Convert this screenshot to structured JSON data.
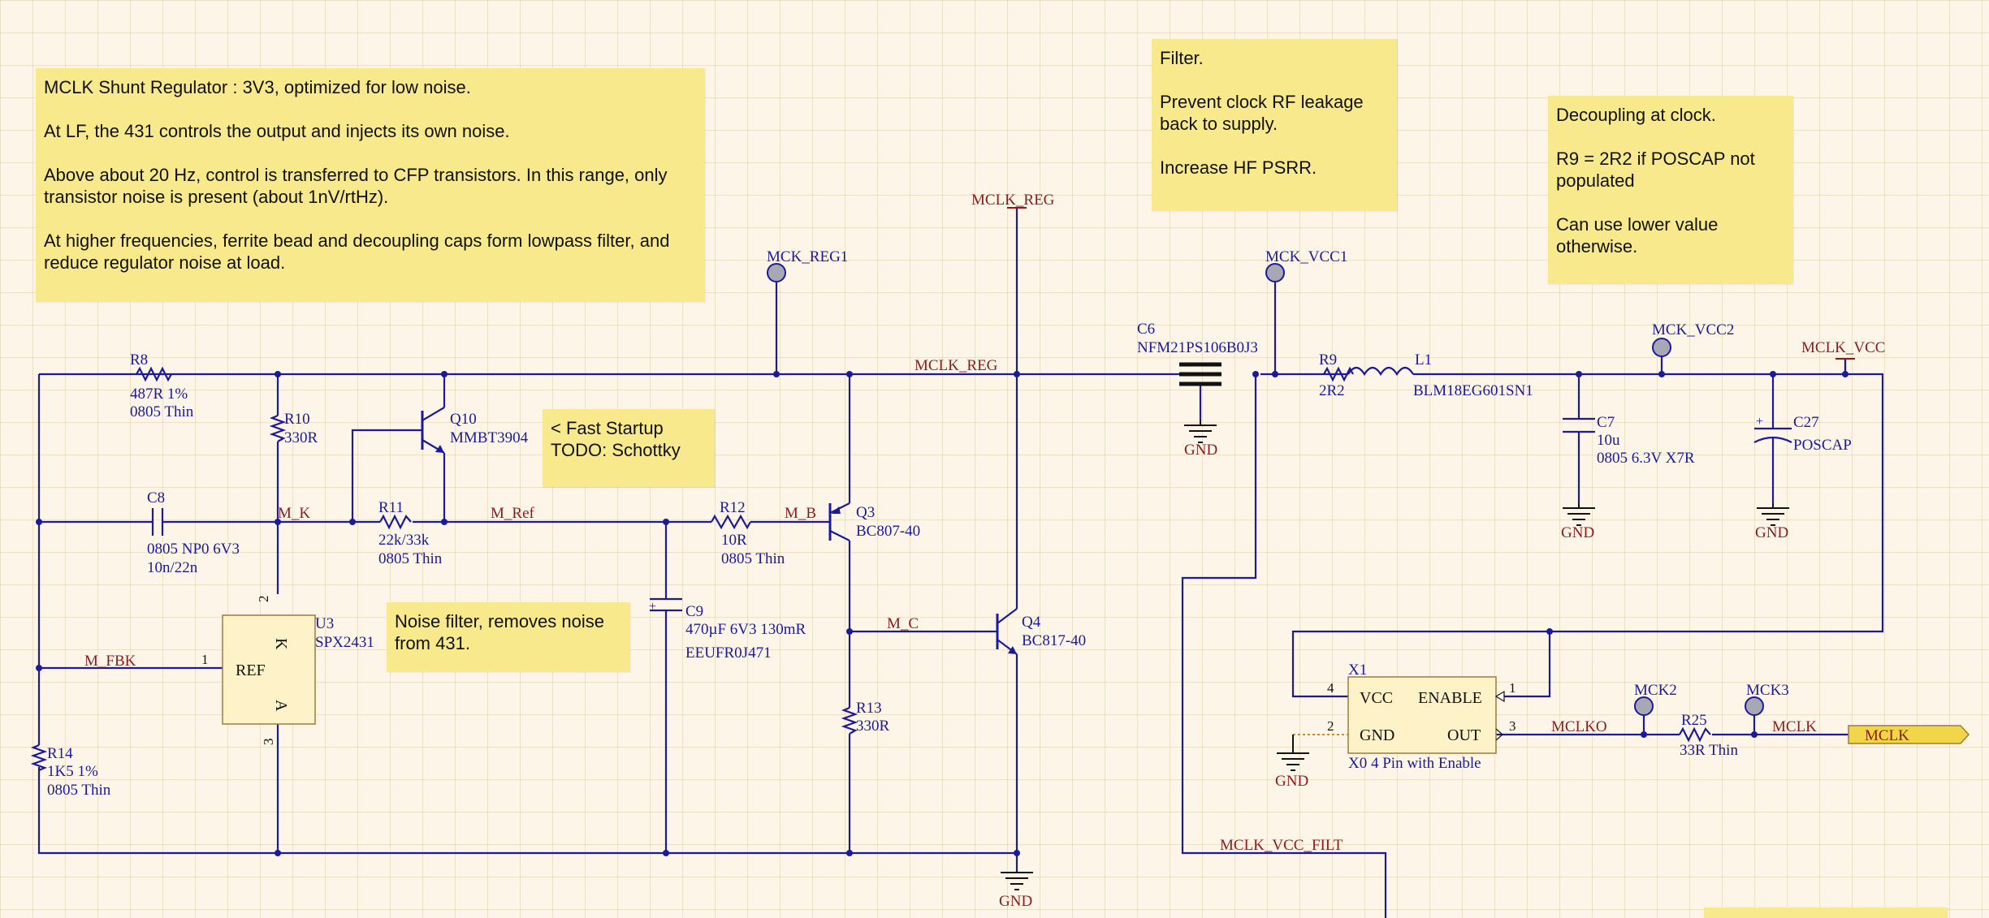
{
  "notes": {
    "regulator": "MCLK Shunt Regulator : 3V3, optimized for low noise.\n\nAt LF, the 431 controls the output and injects its own noise.\n\nAbove about 20 Hz, control is transferred to CFP transistors. In this range, only transistor noise is present (about 1nV/rtHz).\n\nAt higher frequencies, ferrite bead and decoupling caps form lowpass filter, and reduce regulator noise at load.",
    "filter": "Filter.\n\nPrevent clock RF leakage back to supply.\n\nIncrease HF PSRR.",
    "decoupling": "Decoupling at clock.\n\nR9 = 2R2 if POSCAP not populated\n\nCan use lower value otherwise.",
    "fast_startup": "< Fast Startup\nTODO: Schottky",
    "noise_filter": "Noise filter, removes noise from 431."
  },
  "components": {
    "R8": {
      "ref": "R8",
      "value": "487R 1%",
      "pkg": "0805 Thin"
    },
    "R10": {
      "ref": "R10",
      "value": "330R"
    },
    "Q10": {
      "ref": "Q10",
      "value": "MMBT3904"
    },
    "C8": {
      "ref": "C8",
      "value": "0805 NP0 6V3",
      "value2": "10n/22n"
    },
    "R11": {
      "ref": "R11",
      "value": "22k/33k",
      "pkg": "0805 Thin"
    },
    "R12": {
      "ref": "R12",
      "value": "10R",
      "pkg": "0805 Thin"
    },
    "Q3": {
      "ref": "Q3",
      "value": "BC807-40"
    },
    "Q4": {
      "ref": "Q4",
      "value": "BC817-40"
    },
    "C9": {
      "ref": "C9",
      "value": "470µF 6V3 130mR",
      "value2": "EEUFR0J471"
    },
    "R13": {
      "ref": "R13",
      "value": "330R"
    },
    "U3": {
      "ref": "U3",
      "value": "SPX2431",
      "pin_k": "K",
      "pin_ref": "REF",
      "pin_a": "A",
      "pin1": "1",
      "pin2": "2",
      "pin3": "3"
    },
    "R14": {
      "ref": "R14",
      "value": "1K5 1%",
      "pkg": "0805 Thin"
    },
    "C6": {
      "ref": "C6",
      "value": "NFM21PS106B0J3"
    },
    "R9": {
      "ref": "R9",
      "value": "2R2"
    },
    "L1": {
      "ref": "L1",
      "value": "BLM18EG601SN1"
    },
    "C7": {
      "ref": "C7",
      "value": "10u",
      "pkg": "0805 6.3V X7R"
    },
    "C27": {
      "ref": "C27",
      "value": "POSCAP"
    },
    "X1": {
      "ref": "X1",
      "value": "X0 4 Pin with Enable",
      "pin_vcc": "VCC",
      "pin_enable": "ENABLE",
      "pin_gnd": "GND",
      "pin_out": "OUT",
      "pin1": "1",
      "pin2": "2",
      "pin3": "3",
      "pin4": "4"
    },
    "R25": {
      "ref": "R25",
      "value": "33R Thin"
    }
  },
  "nets": {
    "mclk_reg": "MCLK_REG",
    "mck_reg1": "MCK_REG1",
    "mck_vcc1": "MCK_VCC1",
    "mck_vcc2": "MCK_VCC2",
    "mclk_vcc": "MCLK_VCC",
    "mclk_vcc_filt": "MCLK_VCC_FILT",
    "m_k": "M_K",
    "m_ref": "M_Ref",
    "m_b": "M_B",
    "m_c": "M_C",
    "m_fbk": "M_FBK",
    "mck2": "MCK2",
    "mck3": "MCK3",
    "mclko": "MCLKO",
    "mclk": "MCLK",
    "gnd": "GND"
  },
  "port": {
    "label": "MCLK"
  },
  "colors": {
    "wire": "#1a1a9a",
    "net_label": "#8b1a1a",
    "note_bg": "#f7e98c",
    "sheet_bg": "#fdf6e8",
    "component_fill": "#fdf2c8",
    "port_fill": "#f2d64a"
  }
}
